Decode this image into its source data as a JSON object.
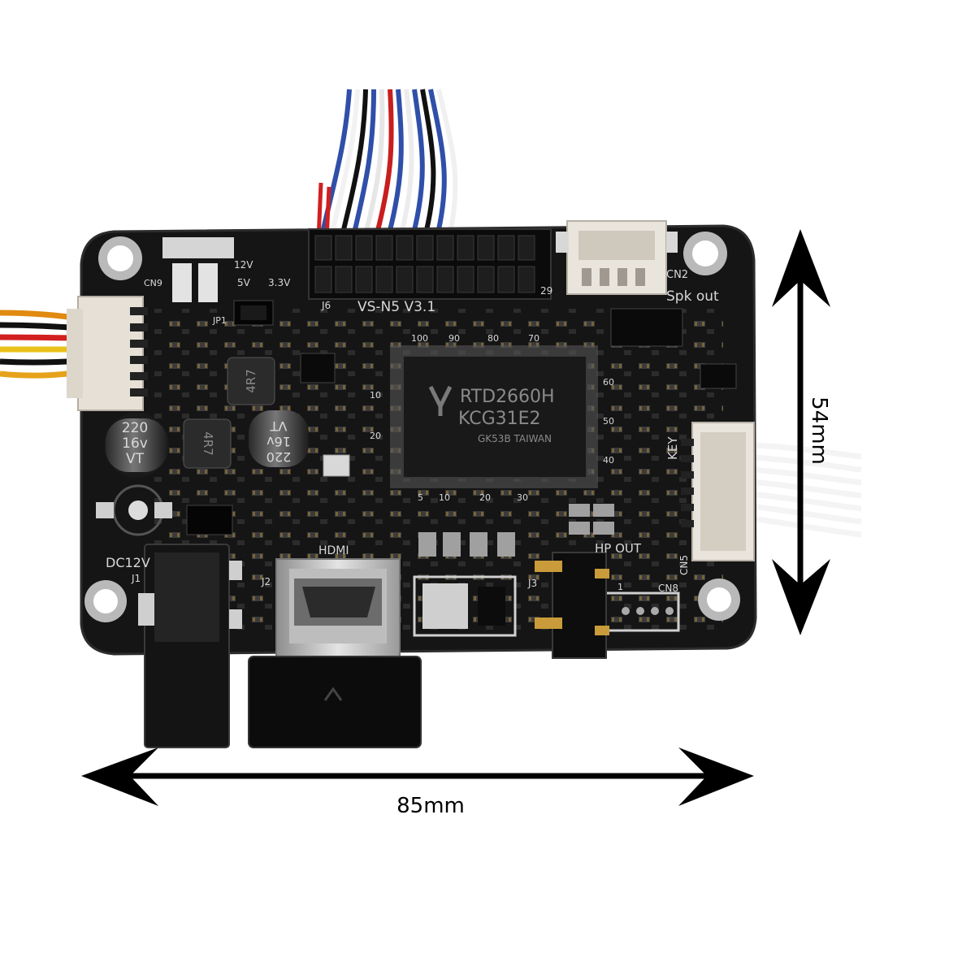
{
  "board": {
    "model": "VS-N5  V3.1",
    "chip_line1": "RTD2660H",
    "chip_line2": "KCG31E2",
    "chip_line3": "GK53B TAIWAN",
    "cap_left_a": "220",
    "cap_left_b": "16v",
    "cap_left_c": "VT",
    "cap_right_a": "220",
    "cap_right_b": "16v",
    "cap_right_c": "VT",
    "inductor_a": "4R7",
    "inductor_b": "4R7",
    "label_dc12v": "DC12V",
    "label_j1": "J1",
    "label_j2": "J2",
    "label_j3": "J3",
    "label_j6": "J6",
    "label_jp1": "JP1",
    "label_hdmi": "HDMI",
    "label_hp_out": "HP OUT",
    "label_cn2": "CN2",
    "label_spk_out": "Spk out",
    "label_key": "KEY",
    "label_cn5": "CN5",
    "label_cn8": "CN8",
    "label_cn9": "CN9",
    "label_12v": "12V",
    "label_5v": "5V",
    "label_33v": "3.3V",
    "pin_29": "29",
    "pin_100": "100",
    "pin_90": "90",
    "pin_80": "80",
    "pin_70": "70",
    "pin_60": "60",
    "pin_50": "50",
    "pin_40": "40",
    "pin_10": "10",
    "pin_20": "20",
    "pin_5": "5",
    "pin_b10": "10",
    "pin_b20": "20",
    "pin_b30": "30",
    "cn8_pin1": "1"
  },
  "dimensions": {
    "width_label": "85mm",
    "height_label": "54mm"
  }
}
